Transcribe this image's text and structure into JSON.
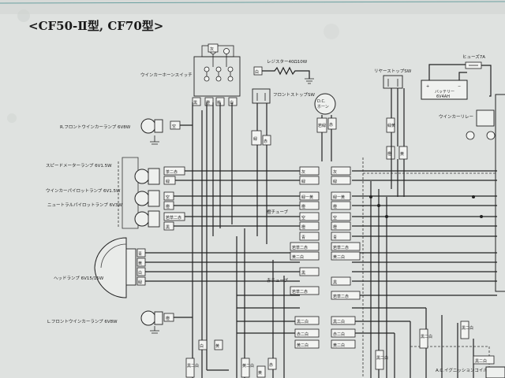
{
  "title": "<CF50-Ⅱ型, CF70型>",
  "components": {
    "winker_horn_switch": "ウインカーホーンスイッチ",
    "resistor": "レジスター40Ω10W",
    "front_stop_sw": "フロントストップSW",
    "dc_horn": "D.C.\nホーン",
    "rear_stop_sw": "リヤーストップSW",
    "fuse": "ヒューズ7A",
    "battery": "バッテリー\n6V4AH",
    "winker_relay": "ウインカーリレー",
    "r_front_winker": "R.フロントウインカーランプ 6V8W",
    "speedometer_lamp": "スピードメーターランプ 6V1.5W",
    "winker_pilot": "ウインカーパイロットランプ 6V1.5W",
    "neutral_pilot": "ニュートラルパイロットランプ 6V3W",
    "headlamp": "ヘッドランプ 6V15/15W",
    "l_front_winker": "L.フロントウインカーランプ 6V8W",
    "ac_ignition_coil": "A.C.イグニッションコイル",
    "orange_tube": "橙チューブ",
    "red_tube": "赤チューブ"
  },
  "wire_tags": {
    "t_sw1": "灰",
    "t_sw2": "黒",
    "t_sw3": "橙",
    "t_sw4": "桃",
    "t_sw5": "白",
    "t_res1": "白",
    "t_fs1": "緑",
    "t_fs2": "赤",
    "t_horn1": "若緑",
    "t_horn2": "赤",
    "t_rs1": "緑黄",
    "t_rs2": "橙",
    "t_rs3": "黄",
    "t_rw": "空",
    "t_sp1": "茶二赤",
    "t_sp2": "緑",
    "t_wp1": "空",
    "t_wp2": "橙",
    "t_np1": "若草二赤",
    "t_np2": "黒",
    "t_hl1": "青",
    "t_hl2": "黄",
    "t_hl3": "白",
    "t_hl4": "緑",
    "t_lw": "橙",
    "c1": "灰",
    "c1r": "灰",
    "c2": "緑",
    "c2r": "緑",
    "c3": "緑ー黄",
    "c3r": "緑ー黄",
    "c4": "橙",
    "c4r": "橙",
    "c5": "空",
    "c5r": "空",
    "c6": "橙",
    "c6r": "橙",
    "c7": "青",
    "c7r": "青",
    "c8": "若草二赤",
    "c8r": "若草二赤",
    "c9": "黄二白",
    "c9r": "黄二白",
    "c10": "黒",
    "c10r": "黒",
    "c11": "若草二赤",
    "c11r": "若草二赤",
    "c12": "黒二白",
    "c12r": "黒二白",
    "c13": "赤二白",
    "c13r": "赤二白",
    "c14": "黄二白",
    "c14r": "黄二白",
    "b1": "白",
    "b2": "黄",
    "b3": "黒二白",
    "b4": "黄二白",
    "b5": "黄",
    "b6": "赤",
    "b7": "黒二白",
    "b8": "黒二白",
    "br1": "黒二白",
    "br2": "黒二白"
  }
}
